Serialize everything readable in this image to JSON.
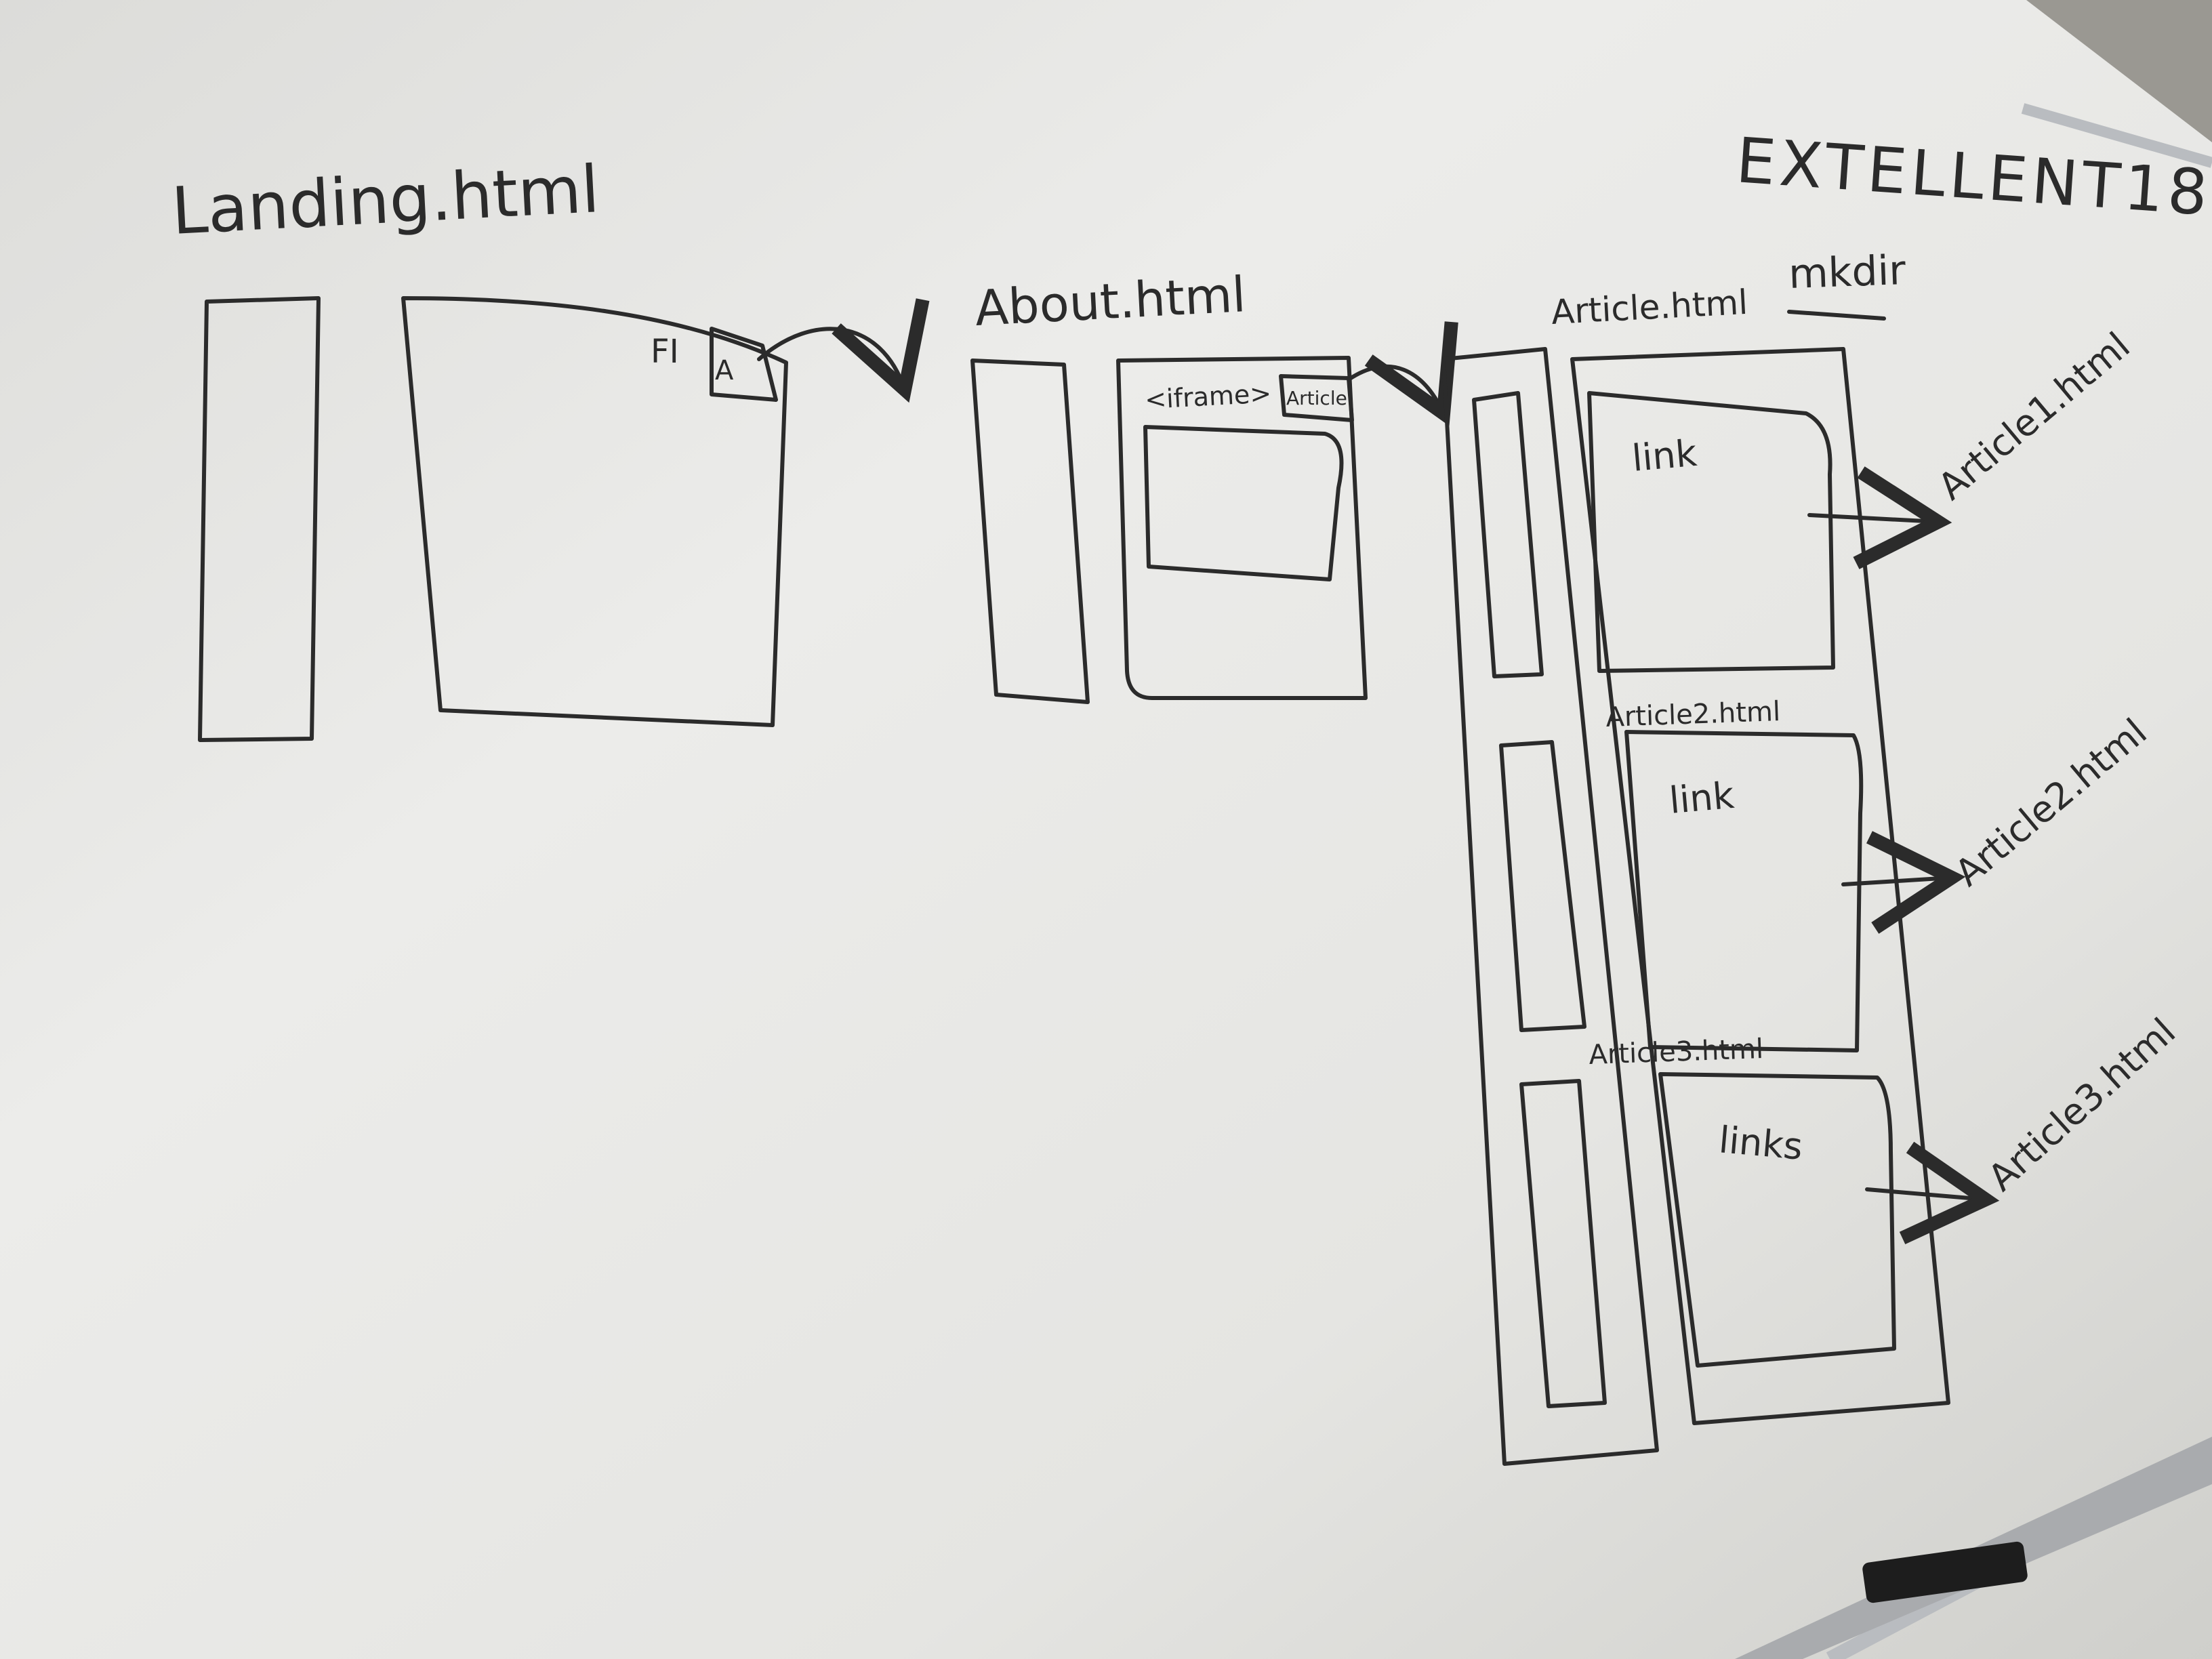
{
  "scene": {
    "subject": "whiteboard sketch",
    "ink_color": "#2b2b2b",
    "board_color": "#e9e9e6",
    "frame_color": "#b9bcc0"
  },
  "labels": {
    "landing": "Landing.html",
    "about": "About.html",
    "article": "Article.html",
    "excellent": "EXTELLENT18",
    "mkdir": "mkdir",
    "fi": "FI",
    "a": "A",
    "iframe": "<iframe>",
    "article_tab": "Article",
    "article2_above": "Article2.html",
    "article3_above": "Article3.html",
    "link1": "link",
    "link2": "link",
    "link3": "links",
    "out1": "Article1.html",
    "out2": "Article2.html",
    "out3": "Article3.html"
  },
  "icons": {
    "eraser": "eraser-icon"
  }
}
